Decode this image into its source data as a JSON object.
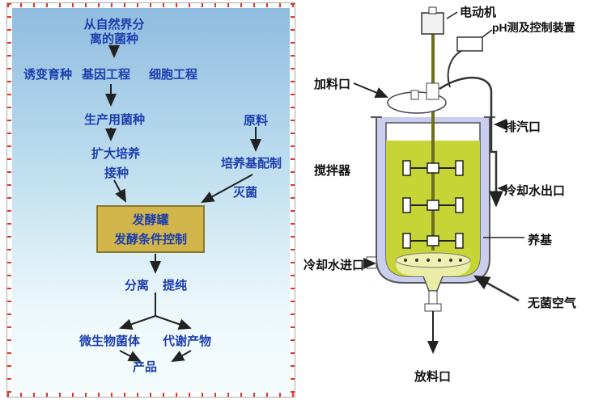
{
  "flowchart": {
    "source_line1": "从自然界分",
    "source_line2": "离的菌种",
    "breeding": "诱变育种",
    "genetic_engineering": "基因工程",
    "cell_engineering": "细胞工程",
    "production_strain": "生产用菌种",
    "expand_culture": "扩大培养",
    "inoculation": "接种",
    "raw_material": "原料",
    "medium_preparation": "培养基配制",
    "sterilization": "灭菌",
    "fermenter_line1": "发酵罐",
    "fermenter_line2": "发酵条件控制",
    "separation": "分离",
    "purification": "提纯",
    "microbial_cells": "微生物菌体",
    "metabolic_products": "代谢产物",
    "product": "产品"
  },
  "fermenter": {
    "motor": "电动机",
    "ph_device": "pH测及控制装置",
    "feed_port": "加料口",
    "exhaust_port": "排汽口",
    "agitator": "搅拌器",
    "cooling_water_outlet": "冷却水出口",
    "medium": "养基",
    "cooling_water_inlet": "冷却水进口",
    "sterile_air": "无菌空气",
    "discharge_port": "放料口"
  },
  "colors": {
    "flowchart_text": "#1d3fae",
    "fermenter_box_bg": "#d2b54a",
    "tank_jacket": "#c9cdee",
    "tank_liquid": "#c6d435",
    "ruler_tick_red": "#e23424",
    "label_text": "#111111"
  }
}
